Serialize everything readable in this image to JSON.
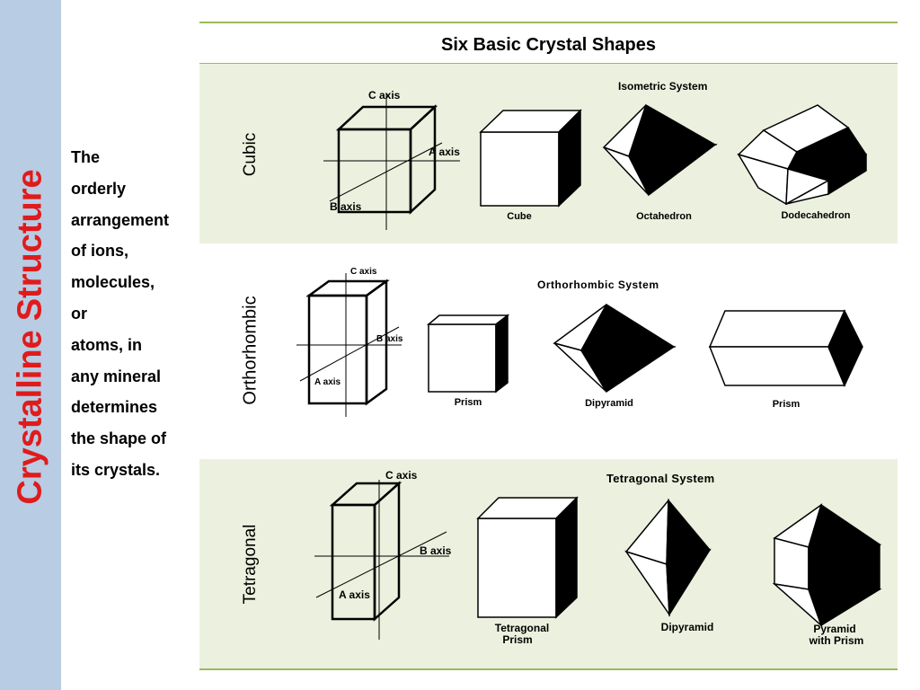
{
  "sidebar": {
    "title_word1": "Crystalline",
    "title_word2": "Structure",
    "title_color": "#e01b1b",
    "background": "#b8cce4"
  },
  "description": {
    "lines": [
      "The",
      "orderly",
      "arrangement",
      "of ions,",
      "molecules,",
      "or",
      "atoms, in",
      "any mineral",
      "determines",
      "the shape of",
      "its crystals."
    ]
  },
  "table": {
    "header": "Six Basic  Crystal Shapes",
    "rule_color": "#9bbb59",
    "band_color": "#ebf1de",
    "rows": [
      {
        "label": "Cubic",
        "system": "Isometric System",
        "axes": {
          "c": "C axis",
          "a": "A axis",
          "b": "B axis"
        },
        "shapes": [
          "Cube",
          "Octahedron",
          "Dodecahedron"
        ]
      },
      {
        "label": "Orthorhombic",
        "system": "Orthorhombic System",
        "axes": {
          "c": "C axis",
          "b": "B axis",
          "a": "A axis"
        },
        "shapes": [
          "Prism",
          "Dipyramid",
          "Prism"
        ]
      },
      {
        "label": "Tetragonal",
        "system": "Tetragonal System",
        "axes": {
          "c": "C axis",
          "b": "B axis",
          "a": "A axis"
        },
        "shapes": [
          "Tetragonal",
          "Prism",
          "Dipyramid",
          "Pyramid",
          "with Prism"
        ]
      }
    ]
  }
}
